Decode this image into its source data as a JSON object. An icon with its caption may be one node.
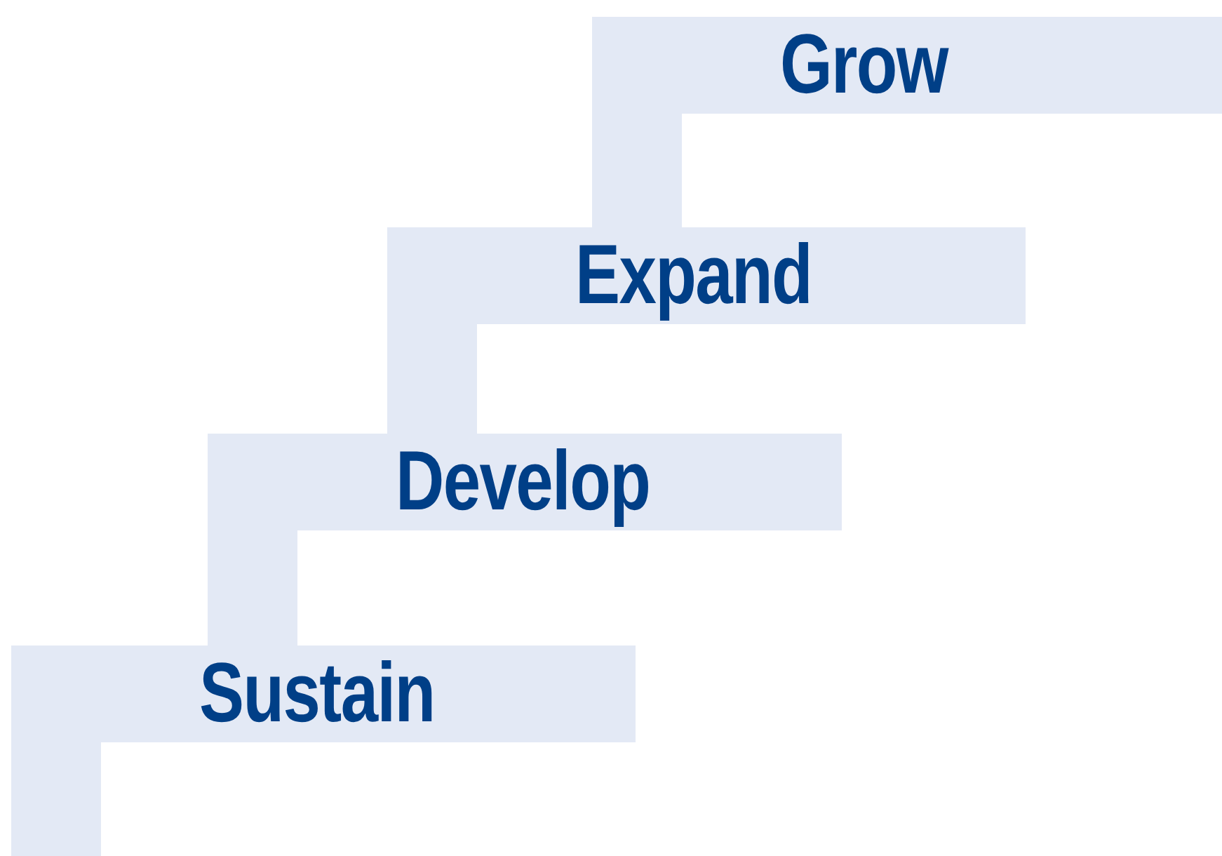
{
  "diagram": {
    "nodes": [
      {
        "text": [
          "Grow"
        ]
      },
      {
        "text": [
          "Expand"
        ]
      },
      {
        "text": [
          "Develop"
        ]
      },
      {
        "text": [
          "Sustain"
        ]
      }
    ]
  }
}
